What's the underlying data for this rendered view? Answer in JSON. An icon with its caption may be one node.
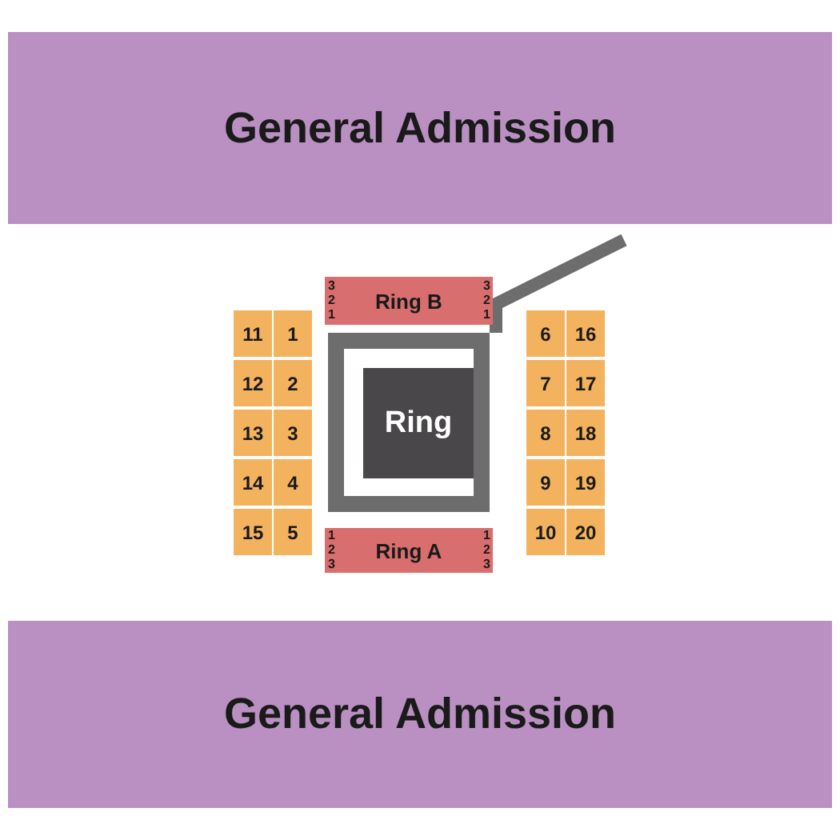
{
  "diagram": {
    "nodes": [
      {
        "text": [
          "General Admission"
        ]
      },
      {
        "text": [
          "Ring B"
        ]
      },
      {
        "text": [
          "Ring"
        ]
      },
      {
        "text": [
          "11"
        ]
      },
      {
        "text": [
          "1"
        ]
      },
      {
        "text": [
          "6"
        ]
      },
      {
        "text": [
          "16"
        ]
      },
      {
        "text": [
          "12"
        ]
      },
      {
        "text": [
          "2"
        ]
      },
      {
        "text": [
          "7"
        ]
      },
      {
        "text": [
          "17"
        ]
      },
      {
        "text": [
          "13"
        ]
      },
      {
        "text": [
          "3"
        ]
      },
      {
        "text": [
          "8"
        ]
      },
      {
        "text": [
          "18"
        ]
      },
      {
        "text": [
          "14"
        ]
      },
      {
        "text": [
          "4"
        ]
      },
      {
        "text": [
          "9"
        ]
      },
      {
        "text": [
          "19"
        ]
      },
      {
        "text": [
          "15"
        ]
      },
      {
        "text": [
          "5"
        ]
      },
      {
        "text": [
          "10"
        ]
      },
      {
        "text": [
          "20"
        ]
      },
      {
        "text": [
          "Ring A"
        ]
      },
      {
        "text": [
          "General Admission"
        ]
      }
    ],
    "labels": [
      "3",
      "2",
      "1",
      "3",
      "2",
      "1",
      "1",
      "2",
      "3",
      "1",
      "2",
      "3"
    ]
  }
}
